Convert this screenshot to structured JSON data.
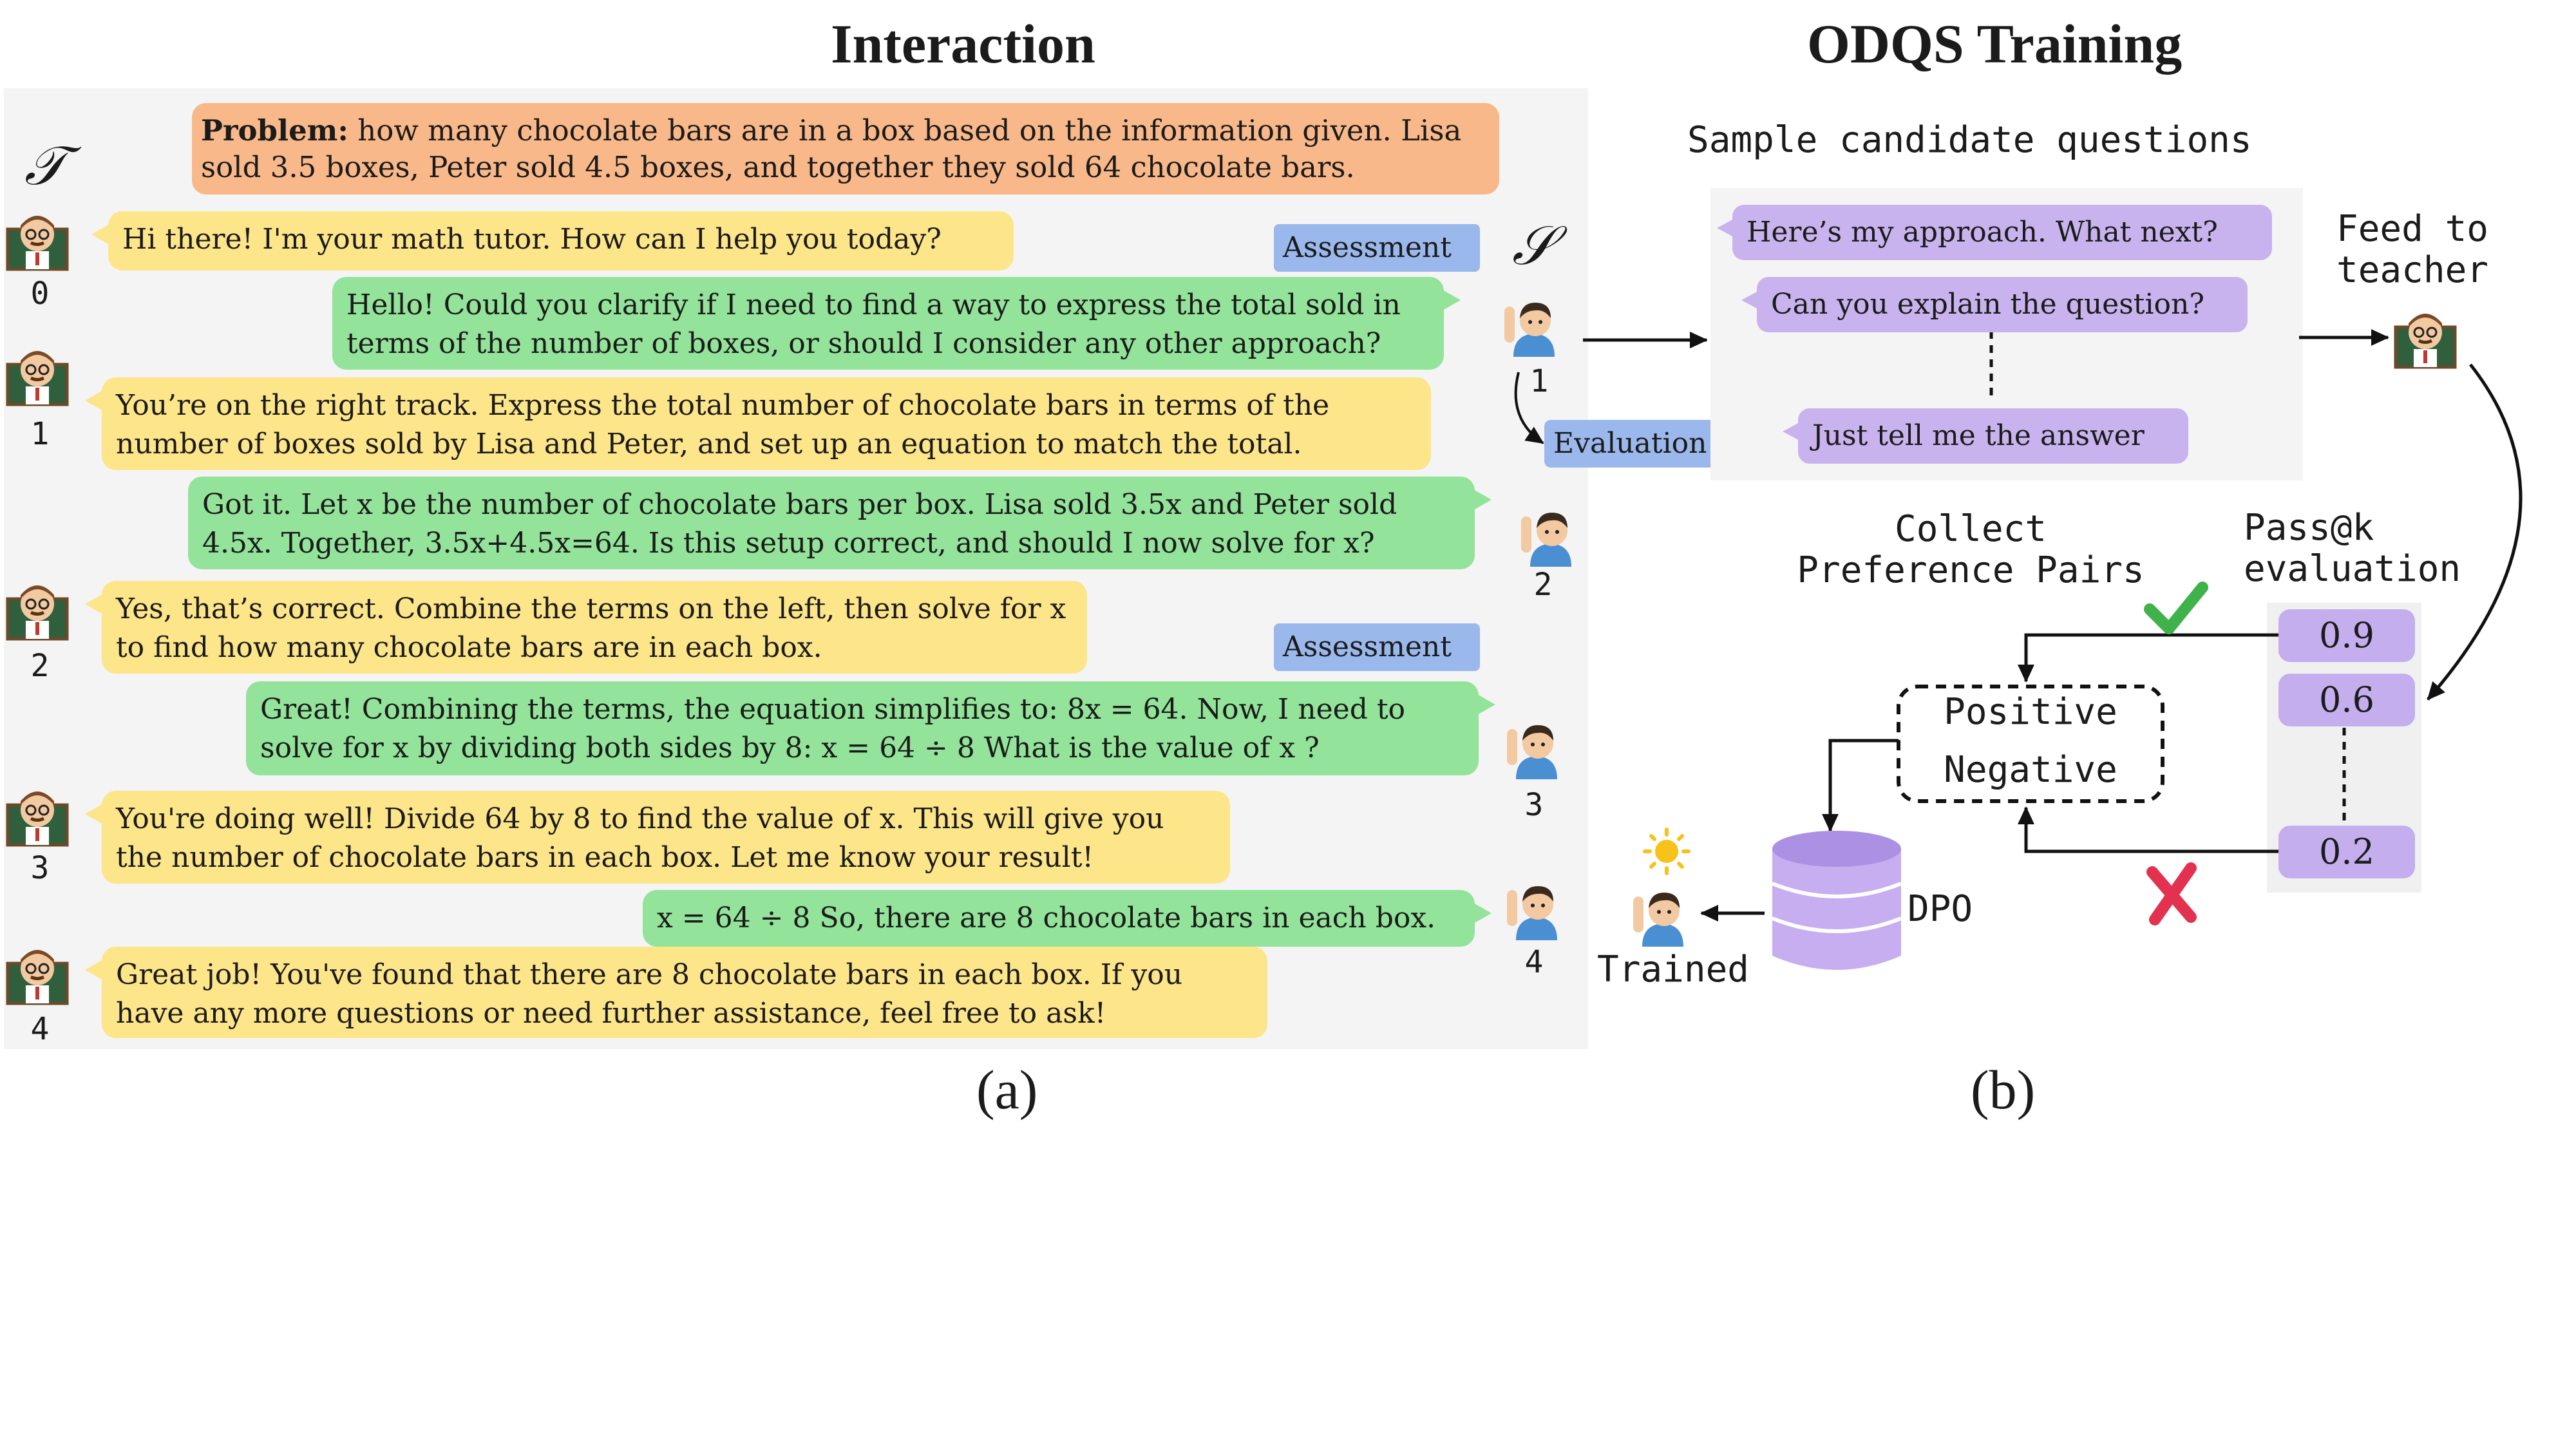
{
  "titles": {
    "left": "Interaction",
    "right": "ODQS Training"
  },
  "symbols": {
    "teacher": "𝒯",
    "student": "𝒮"
  },
  "problem": {
    "label": "Problem:",
    "text": " how many chocolate bars are in a box based on the information given. Lisa sold 3.5 boxes, Peter sold 4.5 boxes, and together they sold 64 chocolate bars."
  },
  "dialogue": {
    "teacher": [
      {
        "index": "0",
        "text": "Hi there! I'm your math tutor. How can I help you today?"
      },
      {
        "index": "1",
        "text": "You’re on the right track. Express the total number of chocolate bars in terms of the number of boxes sold by Lisa and Peter, and set up an equation to match the total."
      },
      {
        "index": "2",
        "text": "Yes, that’s correct. Combine the terms on the left, then solve for x to find how many chocolate bars are in each box."
      },
      {
        "index": "3",
        "text": "You're doing well! Divide 64 by 8 to find the value of x. This will give you the number of chocolate bars in each box. Let me know your result!"
      },
      {
        "index": "4",
        "text": "Great job! You've found that there are 8 chocolate bars in each box. If you have any more questions or need further assistance, feel free to ask!"
      }
    ],
    "student": [
      {
        "index": "1",
        "text": "Hello! Could you clarify if I need to find a way to express the total sold in terms of the number of boxes, or should I consider any other approach?"
      },
      {
        "index": "2",
        "text": "Got it. Let x be the number of chocolate bars per box. Lisa sold 3.5x and Peter sold 4.5x. Together, 3.5x+4.5x=64. Is this setup correct, and should I now solve for x?"
      },
      {
        "index": "3",
        "text": "Great! Combining the terms, the equation simplifies to: 8x = 64. Now, I need to solve for x by dividing both sides by 8: x = 64 ÷ 8 What is the value of x ?"
      },
      {
        "index": "4",
        "text": "x = 64 ÷ 8 So, there are 8 chocolate bars in each box."
      }
    ],
    "tags": {
      "assessment": "Assessment",
      "evaluation": "Evaluation"
    }
  },
  "training": {
    "sample_label": "Sample candidate questions",
    "candidates": [
      "Here’s my approach. What next?",
      "Can you explain the question?",
      "Just tell me the answer"
    ],
    "feed_label": "Feed to\nteacher",
    "passk_label": "Pass@k\nevaluation",
    "scores": [
      "0.9",
      "0.6",
      "0.2"
    ],
    "collect_label": "Collect\nPreference Pairs",
    "positive": "Positive",
    "negative": "Negative",
    "dpo": "DPO",
    "trained": "Trained"
  },
  "captions": {
    "a": "(a)",
    "b": "(b)"
  },
  "colors": {
    "teacher_bubble": "#fde58a",
    "student_bubble": "#93e39a",
    "problem": "#f8b889",
    "tag": "#9ab8ec",
    "candidate": "#c9b3ee",
    "check": "#3fb24a",
    "cross": "#e2324f"
  },
  "icons": [
    "teacher-avatar-icon",
    "student-avatar-icon",
    "database-icon",
    "sun-icon",
    "check-icon",
    "cross-icon"
  ]
}
